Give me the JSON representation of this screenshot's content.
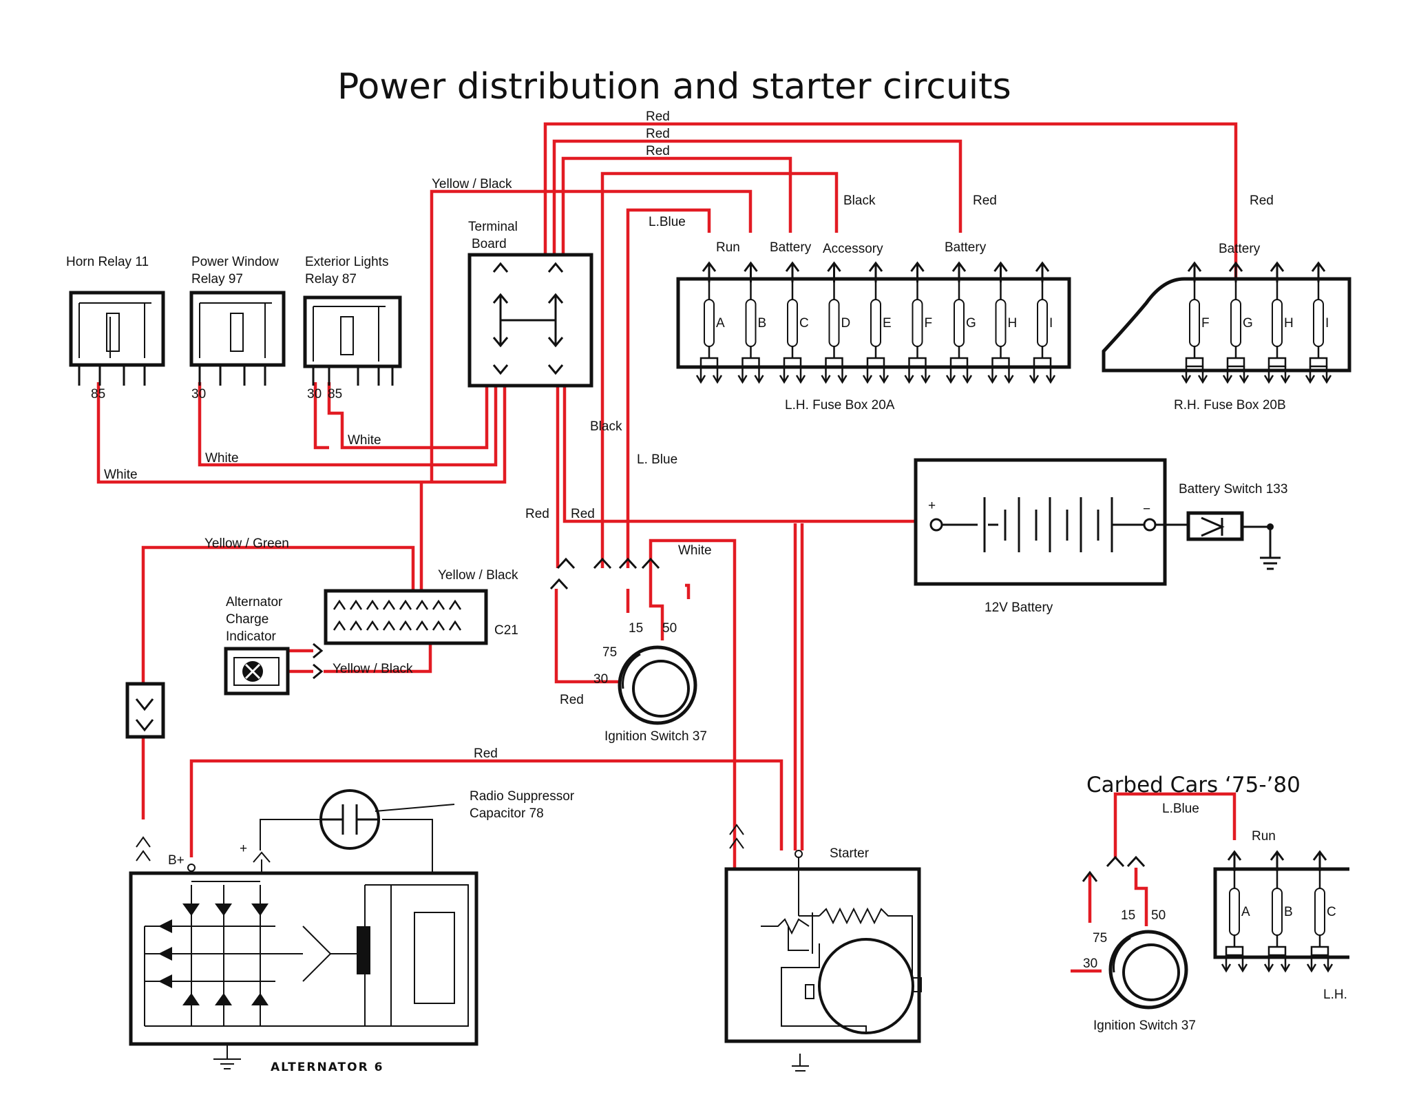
{
  "title": "Power distribution and starter circuits",
  "colors": {
    "wire_red": "#e21b23",
    "ink": "#111111"
  },
  "components": {
    "terminal_board": "Terminal\nBoard",
    "horn_relay": "Horn Relay  11",
    "power_window_relay": "Power Window\nRelay  97",
    "exterior_lights_relay": "Exterior Lights\nRelay  87",
    "lh_fuse_box": "L.H. Fuse Box 20A",
    "rh_fuse_box": "R.H. Fuse Box 20B",
    "battery_switch": "Battery Switch 133",
    "battery": "12V Battery",
    "alternator_charge_indicator": "Alternator\nCharge\nIndicator",
    "connector_c21": "C21",
    "ignition_switch": "Ignition Switch 37",
    "radio_suppressor": "Radio Suppressor\nCapacitor  78",
    "starter": "Starter",
    "alternator": "ALTERNATOR 6",
    "carbed_title": "Carbed Cars ‘75-’80",
    "carbed_ignition_switch": "Ignition Switch 37",
    "carbed_fusebox": "L.H."
  },
  "lh_fuse_letters": [
    "A",
    "B",
    "C",
    "D",
    "E",
    "F",
    "G",
    "H",
    "I"
  ],
  "rh_fuse_letters": [
    "F",
    "G",
    "H",
    "I"
  ],
  "carbed_fuse_letters": [
    "A",
    "B",
    "C"
  ],
  "terminals": {
    "run": "Run",
    "battery": "Battery",
    "accessory": "Accessory",
    "rh_battery": "Battery",
    "horn_85": "85",
    "pw_30": "30",
    "el_30": "30",
    "el_85": "85",
    "b_plus": "B+",
    "plus": "+",
    "ign_15": "15",
    "ign_50": "50",
    "ign_75": "75",
    "ign_30": "30",
    "c_run": "Run",
    "c_15": "15",
    "c_50": "50",
    "c_75": "75",
    "c_30": "30",
    "bat_plus": "+",
    "bat_minus": "−"
  },
  "wires": {
    "red_top1": "Red",
    "red_top2": "Red",
    "red_top3": "Red",
    "yellow_black_top": "Yellow / Black",
    "black_acc": "Black",
    "red_lh_batt": "Red",
    "red_rh_batt": "Red",
    "lblue_run": "L.Blue",
    "black_mid": "Black",
    "lblue_mid": "L. Blue",
    "white_el": "White",
    "white_pw": "White",
    "white_horn": "White",
    "red_left": "Red",
    "red_right": "Red",
    "white_ign": "White",
    "yellow_green": "Yellow / Green",
    "yellow_black_c21": "Yellow / Black",
    "yellow_black_ind": "Yellow / Black",
    "red_ign30": "Red",
    "red_alt": "Red",
    "lblue_carbed": "L.Blue"
  }
}
